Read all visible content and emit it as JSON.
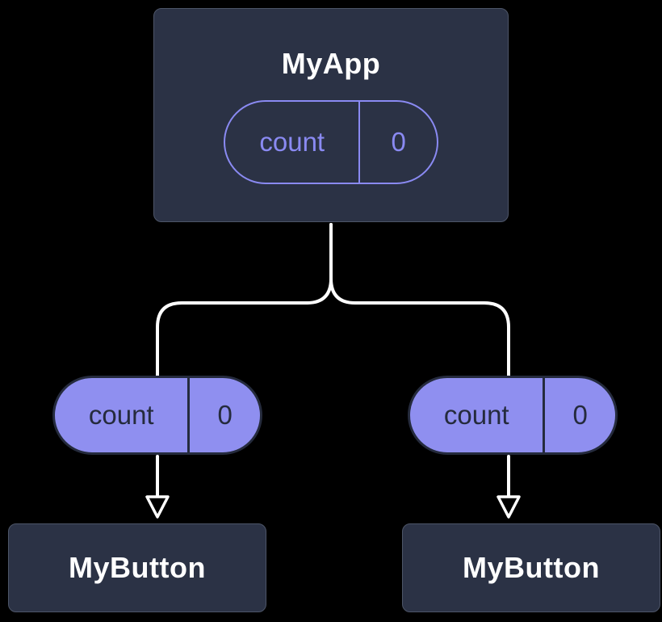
{
  "colors": {
    "background": "#000000",
    "node_bg": "#2b3245",
    "node_border": "#4d5568",
    "node_text": "#ffffff",
    "accent": "#8a8af2",
    "pill_bg": "#8f8ff0",
    "pill_border": "#252b3d",
    "pill_text": "#252b3d",
    "connector": "#ffffff"
  },
  "diagram": {
    "root": {
      "title": "MyApp",
      "prop": {
        "name": "count",
        "value": "0"
      }
    },
    "branches": [
      {
        "prop": {
          "name": "count",
          "value": "0"
        },
        "child": {
          "title": "MyButton"
        }
      },
      {
        "prop": {
          "name": "count",
          "value": "0"
        },
        "child": {
          "title": "MyButton"
        }
      }
    ]
  }
}
